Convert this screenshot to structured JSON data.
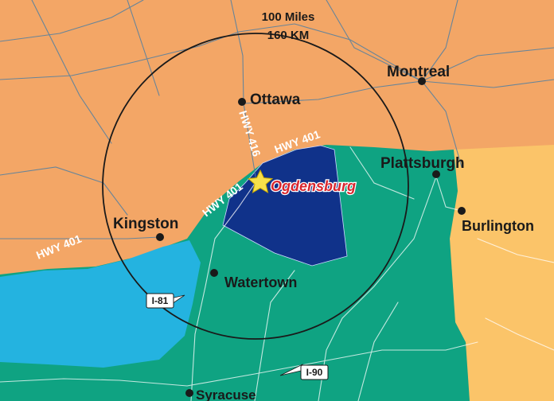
{
  "radius": {
    "miles": "100 Miles",
    "km": "160 KM"
  },
  "center_city": "Ogdensburg",
  "cities": {
    "montreal": "Montreal",
    "ottawa": "Ottawa",
    "plattsburgh": "Plattsburgh",
    "burlington": "Burlington",
    "kingston": "Kingston",
    "watertown": "Watertown",
    "syracuse": "Syracuse"
  },
  "highways": {
    "hwy401_a": "HWY 401",
    "hwy401_b": "HWY 401",
    "hwy401_c": "HWY 401",
    "hwy416": "HWY 416",
    "i81": "I-81",
    "i90": "I-90"
  },
  "colors": {
    "canada": "#f3a666",
    "new_york": "#0fa382",
    "vermont": "#fbc469",
    "lake": "#24b3e0",
    "county": "#10328a",
    "center_marker": "#f7e04a",
    "center_label": "#d8262e",
    "radius_circle": "#1a1a1a"
  }
}
